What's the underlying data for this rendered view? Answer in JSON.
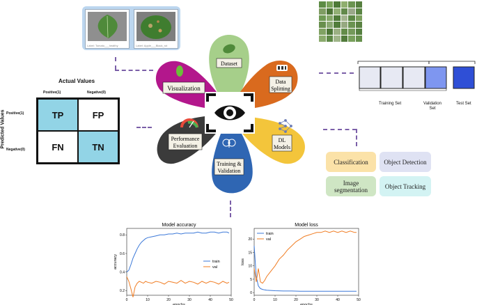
{
  "leaf_images": [
    {
      "caption": "Label: Tomato___healthy"
    },
    {
      "caption": "Label: Apple___Black_rot"
    }
  ],
  "center": {
    "petals": [
      {
        "label": "Dataset",
        "color": "#a6cf8a"
      },
      {
        "label_lines": [
          "Data",
          "Splitting"
        ],
        "color": "#d96a1e"
      },
      {
        "label_lines": [
          "DL",
          "Models"
        ],
        "color": "#f3c53b"
      },
      {
        "label_lines": [
          "Training &",
          "Validation"
        ],
        "color": "#2f66b3"
      },
      {
        "label_lines": [
          "Performance",
          "Evaluation"
        ],
        "color": "#3b3b3b"
      },
      {
        "label": "Visualization",
        "color": "#b3178c"
      }
    ]
  },
  "data_split": {
    "labels": [
      "Training Set",
      "Validation Set",
      "Test Set"
    ],
    "colors": {
      "train": "#e7e9f3",
      "val": "#7e96f0",
      "test": "#2f4fd6"
    }
  },
  "confusion_matrix": {
    "title": "Actual Values",
    "col_headers": [
      "Positive(1)",
      "Negative(0)"
    ],
    "row_headers": [
      "Positive(1)",
      "Negative(0)"
    ],
    "side_label": "Predicted Values",
    "cells": [
      {
        "text": "TP",
        "color": "#92d4e6"
      },
      {
        "text": "FP",
        "color": "#ffffff"
      },
      {
        "text": "FN",
        "color": "#ffffff"
      },
      {
        "text": "TN",
        "color": "#92d4e6"
      }
    ]
  },
  "tasks": [
    {
      "label": "Classification",
      "color": "#fbe2a8"
    },
    {
      "label": "Object Detection",
      "color": "#dfe2f3"
    },
    {
      "label": "Image segmentation",
      "color": "#cfe6c4"
    },
    {
      "label": "Object Tracking",
      "color": "#d3f3f3"
    }
  ],
  "chart_data": [
    {
      "type": "line",
      "title": "Model accuracy",
      "xlabel": "epochs",
      "ylabel": "accuracy",
      "xlim": [
        0,
        50
      ],
      "ylim": [
        0.15,
        0.87
      ],
      "xticks": [
        0,
        10,
        20,
        30,
        40,
        50
      ],
      "yticks": [
        0.2,
        0.4,
        0.6,
        0.8
      ],
      "legend_position": "center-right",
      "series": [
        {
          "name": "train",
          "color": "#3b78d8",
          "x": [
            0,
            1,
            2,
            3,
            4,
            5,
            6,
            7,
            8,
            9,
            10,
            12,
            14,
            16,
            18,
            20,
            22,
            24,
            26,
            28,
            30,
            32,
            34,
            36,
            38,
            40,
            42,
            44,
            46,
            48,
            49
          ],
          "y": [
            0.4,
            0.42,
            0.48,
            0.55,
            0.6,
            0.65,
            0.69,
            0.72,
            0.74,
            0.76,
            0.77,
            0.78,
            0.79,
            0.8,
            0.8,
            0.81,
            0.81,
            0.82,
            0.81,
            0.82,
            0.82,
            0.82,
            0.83,
            0.82,
            0.82,
            0.83,
            0.83,
            0.82,
            0.83,
            0.83,
            0.82
          ]
        },
        {
          "name": "val",
          "color": "#f07c22",
          "x": [
            0,
            1,
            2,
            3,
            4,
            5,
            6,
            7,
            8,
            9,
            10,
            12,
            14,
            16,
            18,
            20,
            22,
            24,
            26,
            28,
            30,
            32,
            34,
            36,
            38,
            40,
            42,
            44,
            46,
            48,
            49
          ],
          "y": [
            0.35,
            0.3,
            0.22,
            0.13,
            0.24,
            0.28,
            0.3,
            0.29,
            0.28,
            0.3,
            0.29,
            0.28,
            0.3,
            0.29,
            0.27,
            0.3,
            0.29,
            0.28,
            0.31,
            0.28,
            0.3,
            0.29,
            0.27,
            0.3,
            0.28,
            0.3,
            0.29,
            0.27,
            0.3,
            0.28,
            0.29
          ]
        }
      ]
    },
    {
      "type": "line",
      "title": "Model loss",
      "xlabel": "epochs",
      "ylabel": "loss",
      "xlim": [
        0,
        50
      ],
      "ylim": [
        -1,
        24
      ],
      "xticks": [
        0,
        10,
        20,
        30,
        40,
        50
      ],
      "yticks": [
        0,
        5,
        10,
        15,
        20
      ],
      "legend_position": "upper-left",
      "series": [
        {
          "name": "train",
          "color": "#3b78d8",
          "x": [
            0,
            1,
            2,
            3,
            4,
            5,
            6,
            8,
            10,
            14,
            18,
            22,
            26,
            30,
            34,
            38,
            42,
            46,
            49
          ],
          "y": [
            17.5,
            6,
            2.5,
            1.5,
            1.2,
            1.0,
            0.9,
            0.8,
            0.7,
            0.6,
            0.6,
            0.5,
            0.5,
            0.5,
            0.5,
            0.5,
            0.5,
            0.5,
            0.5
          ]
        },
        {
          "name": "val",
          "color": "#f07c22",
          "x": [
            0,
            1,
            2,
            3,
            4,
            5,
            6,
            8,
            10,
            12,
            14,
            16,
            18,
            20,
            22,
            24,
            26,
            28,
            30,
            32,
            34,
            36,
            38,
            40,
            42,
            44,
            46,
            48,
            49
          ],
          "y": [
            9,
            4,
            9,
            4,
            3.5,
            4.5,
            6,
            8,
            10,
            12.5,
            14,
            16,
            17.5,
            19,
            20,
            21,
            21.5,
            22,
            22.5,
            22.5,
            23,
            22.5,
            23,
            22.5,
            23,
            22.5,
            23,
            22.5,
            22.5
          ]
        }
      ]
    }
  ]
}
